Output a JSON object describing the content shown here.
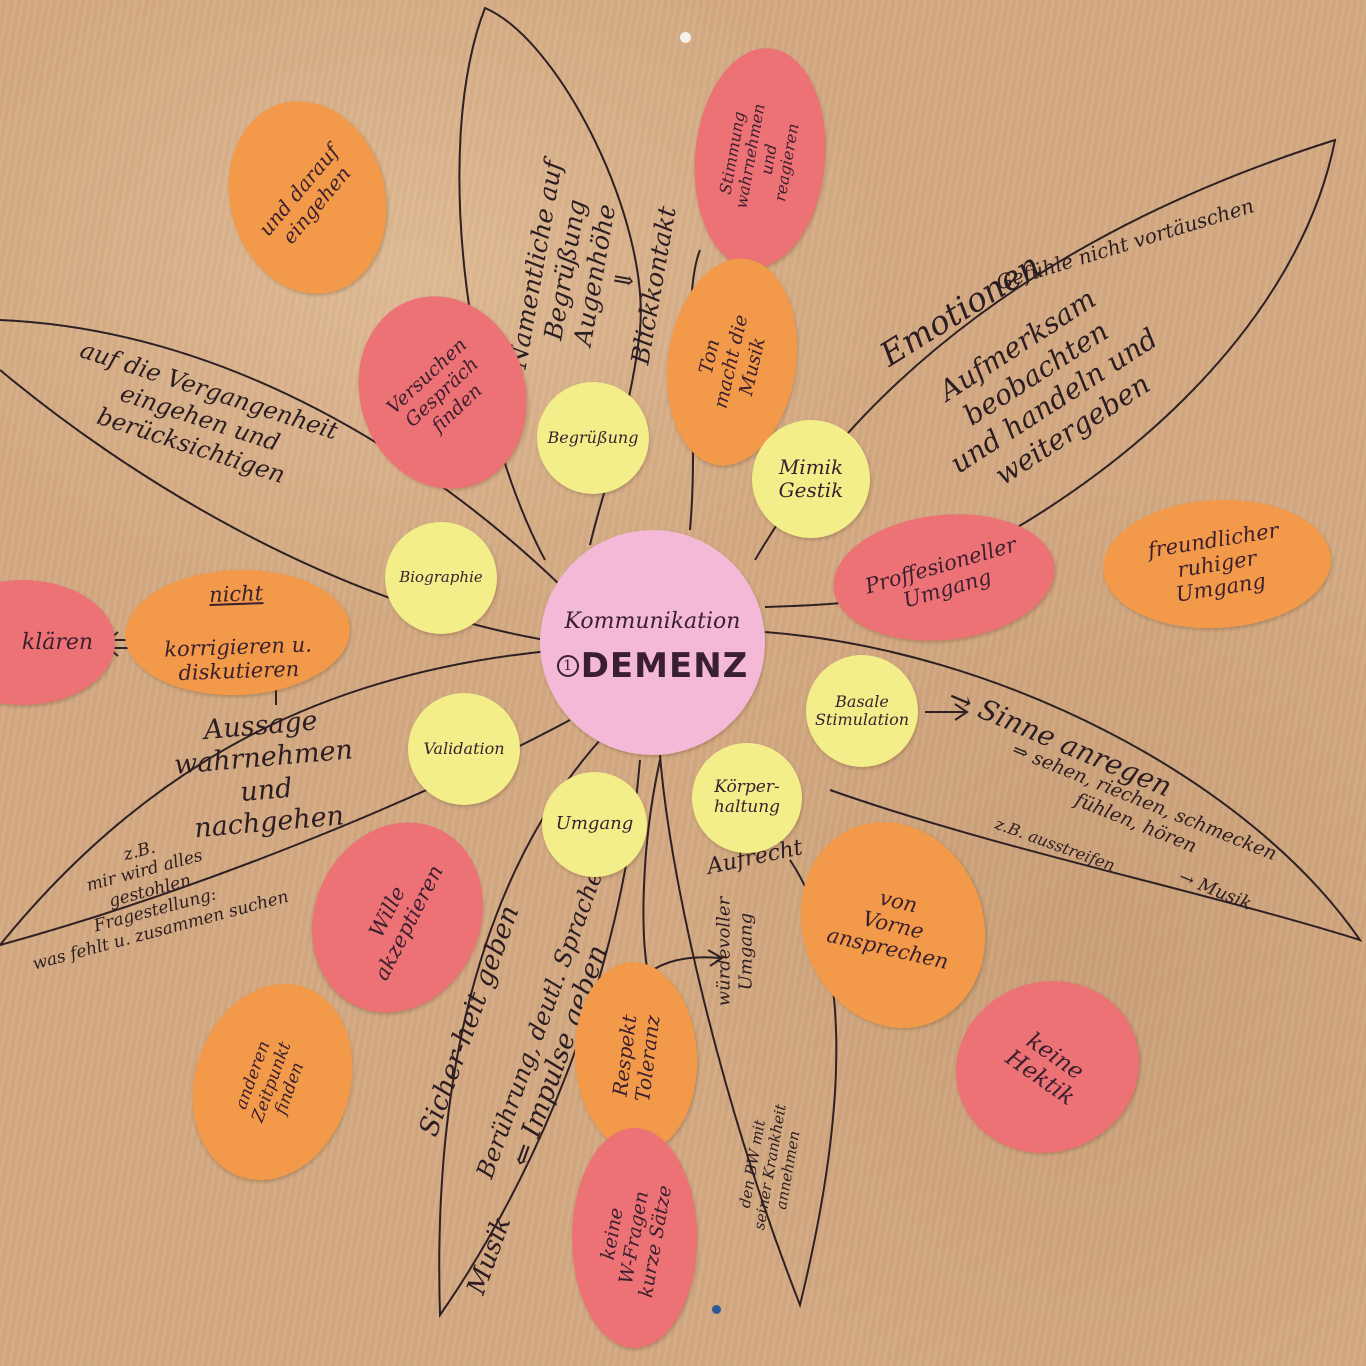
{
  "center": {
    "line1": "Kommunikation",
    "line2": "DEMENZ",
    "marker": "1"
  },
  "yellow": {
    "begruessung": "Begrüßung",
    "mimik": "Mimik\nGestik",
    "biographie": "Biographie",
    "basale": "Basale\nStimulation",
    "validation": "Validation",
    "umgang": "Umgang",
    "koerperhaltung": "Körper-\nhaltung"
  },
  "notes": {
    "drauf_eingehen": "und darauf\neingehen",
    "versuchen": "Versuchen\nGespräch\nfinden",
    "stimmung": "Stimmung\nwahrnehmen\nund\nreagieren",
    "ton": "Ton\nmacht die\nMusik",
    "professioneller": "Proffesioneller\nUmgang",
    "freundlicher": "freundlicher\nruhiger\nUmgang",
    "klaeren": "klären",
    "korrigieren_nicht": "nicht",
    "korrigieren": "korrigieren u.\ndiskutieren",
    "wille": "Wille\nakzeptieren",
    "anderen": "anderen\nZeitpunkt\nfinden",
    "respekt": "Respekt\nToleranz",
    "w_fragen": "keine\nW-Fragen\nkurze Sätze",
    "vorne": "von\nVorne\nansprechen",
    "hektik": "keine\nHektik"
  },
  "free_text": {
    "namentliche": "Namentliche auf\nBegrüßung\nAugenhöhe\n⇓\nBlickkontakt",
    "emotionen": "Emotionen",
    "gefuehle": "Gefühle nicht vortäuschen",
    "aufmerksam": "Aufmerksam beobachten\nund handeln und\nweitergeben",
    "vergangenheit": "auf die Vergangenheit\neingehen und\nberücksichtigen",
    "aussage": "Aussage\nwahrnehmen\nund\nnachgehen",
    "gestohlen": "z.B.\nmir wird alles\ngestohlen\nFragestellung:\nwas fehlt u. zusammen suchen",
    "sinne": "→ Sinne anregen",
    "sehen": "⇒ sehen, riechen, schmecken\nfühlen, hören",
    "ausstreifen": "z.B. ausstreifen",
    "musik_right": "→ Musik",
    "aufrecht": "Aufrecht",
    "wuerdevoller": "würdevoller\nUmgang",
    "den_bw": "den BW mit\nseiner Krankheit\nannehmen",
    "sicherheit": "Sicher-heit geben",
    "beruehrung": "Berührung, deutl. Sprache",
    "impulse": "⇐ Impulse geben",
    "musik_bottom": "Musik"
  },
  "colors": {
    "paper": "#d4aa82",
    "orange": "#f29a4a",
    "red": "#ec7276",
    "yellow": "#f3ed8a",
    "pink": "#f3b9d6",
    "ink": "#2c1d22"
  }
}
